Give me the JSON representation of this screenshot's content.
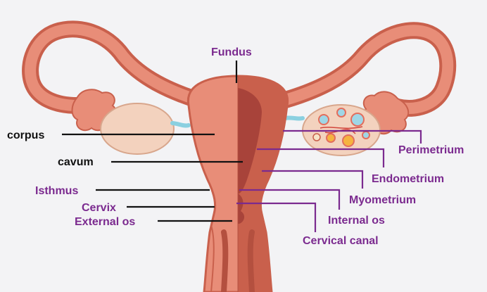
{
  "labels": {
    "fundus": "Fundus",
    "corpus": "corpus",
    "cavum": "cavum",
    "isthmus": "Isthmus",
    "cervix": "Cervix",
    "external_os": "External os",
    "perimetrium": "Perimetrium",
    "endometrium": "Endometrium",
    "myometrium": "Myometrium",
    "internal_os": "Internal os",
    "cervical_canal": "Cervical canal"
  },
  "colors": {
    "background": "#f3f3f5",
    "tissue_outer": "#e88d78",
    "tissue_dark": "#c9604c",
    "tissue_inner": "#a8433a",
    "ovary": "#f3d2be",
    "tube_accent": "#8ad0e0",
    "label_purple": "#7b2a8f",
    "label_black": "#111111"
  }
}
